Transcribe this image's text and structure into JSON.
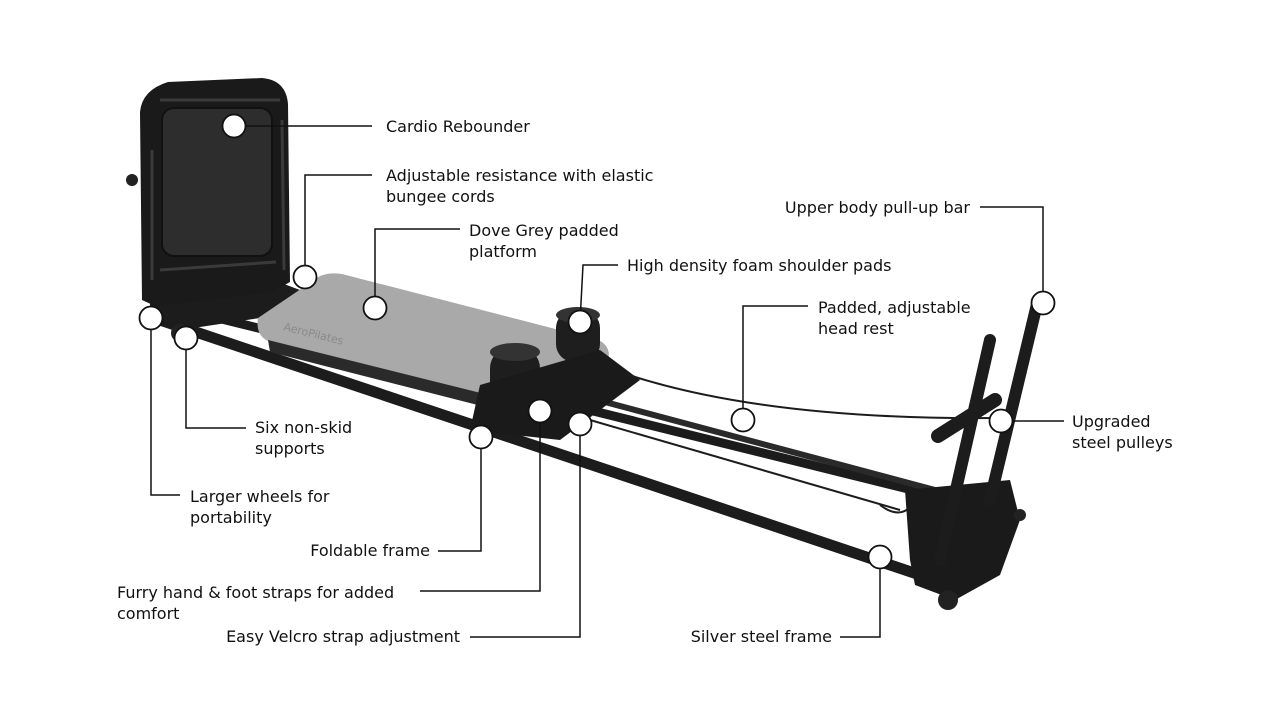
{
  "labels": {
    "cardio_rebounder": [
      "Cardio Rebounder"
    ],
    "bungee_cords": [
      "Adjustable resistance with elastic",
      "bungee cords"
    ],
    "padded_platform": [
      "Dove Grey padded",
      "platform"
    ],
    "shoulder_pads": [
      "High density foam shoulder pads"
    ],
    "pull_up_bar": [
      "Upper body pull-up bar"
    ],
    "head_rest": [
      "Padded, adjustable",
      "head rest"
    ],
    "steel_pulleys": [
      "Upgraded",
      "steel pulleys"
    ],
    "supports": [
      "Six non-skid",
      "supports"
    ],
    "wheels": [
      "Larger wheels for",
      "portability"
    ],
    "foldable_frame": [
      "Foldable frame"
    ],
    "hand_foot_straps": [
      "Furry hand & foot straps for added",
      "comfort"
    ],
    "velcro_strap": [
      "Easy Velcro strap adjustment"
    ],
    "steel_frame": [
      "Silver steel frame"
    ]
  },
  "platform_logo": "AeroPilates",
  "colors": {
    "frame": "#1c1c1c",
    "platform": "#a9a9a9",
    "leader": "#111111",
    "marker_fill": "#ffffff",
    "marker_stroke": "#111111"
  }
}
